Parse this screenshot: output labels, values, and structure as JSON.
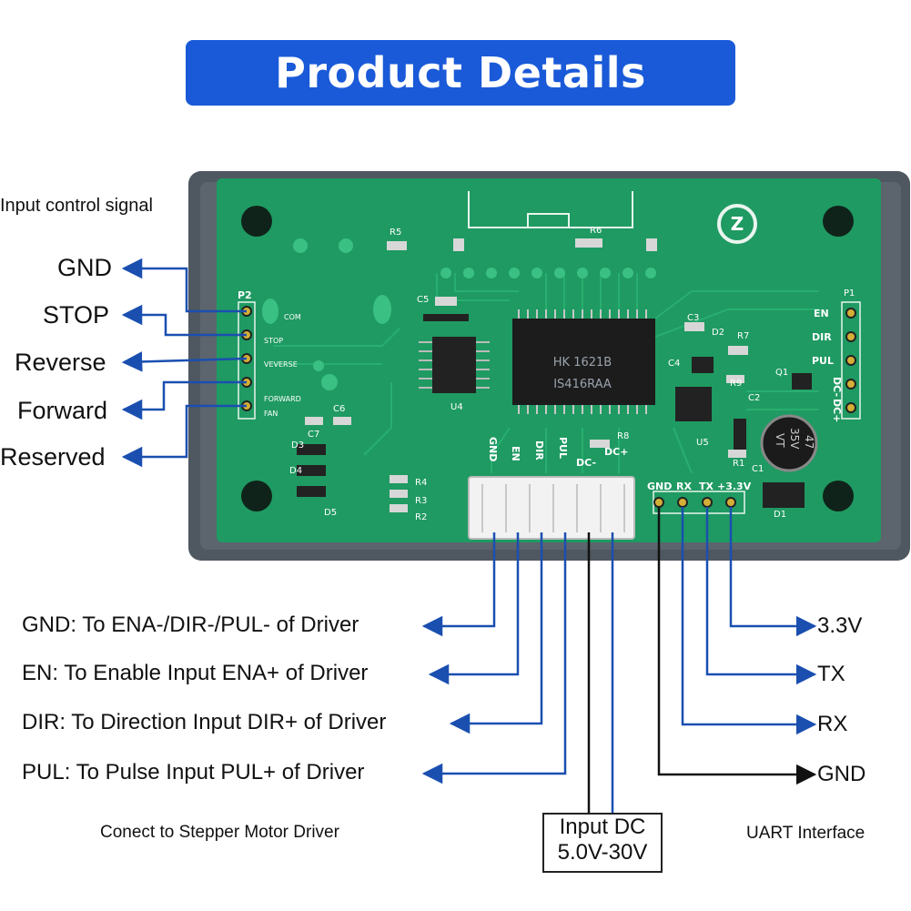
{
  "title": "Product Details",
  "left_header": "Input control signal",
  "left_pins": [
    "GND",
    "STOP",
    "Reverse",
    "Forward",
    "Reserved"
  ],
  "board": {
    "p2_label": "P2",
    "p2_pins": [
      "COM",
      "STOP",
      "VEVERSE",
      "FORWARD",
      "FAN"
    ],
    "p1_label": "P1",
    "p1_pins": [
      "EN",
      "DIR",
      "PUL",
      "DC-",
      "DC+"
    ],
    "connector_pins": [
      "GND",
      "EN",
      "DIR",
      "PUL",
      "DC-",
      "DC+"
    ],
    "uart_pins": [
      "GND",
      "RX",
      "TX",
      "+3.3V"
    ],
    "chip_line1": "HK 1621B",
    "chip_line2": "IS416RAA",
    "cap_line1": "47",
    "cap_line2": "35V",
    "cap_line3": "VT",
    "refs": [
      "R5",
      "R6",
      "C5",
      "C3",
      "D2",
      "R7",
      "C4",
      "R9",
      "Q1",
      "C2",
      "R1",
      "U5",
      "C1",
      "D1",
      "U4",
      "C7",
      "C6",
      "D3",
      "D4",
      "D5",
      "R4",
      "R3",
      "R2",
      "R8"
    ]
  },
  "driver_lines": [
    "GND: To ENA-/DIR-/PUL- of Driver",
    "EN: To Enable Input ENA+ of Driver",
    "DIR: To Direction Input DIR+ of Driver",
    "PUL: To Pulse Input PUL+ of Driver"
  ],
  "uart_lines": [
    "3.3V",
    "TX",
    "RX",
    "GND"
  ],
  "bottom_left": "Conect to Stepper Motor Driver",
  "input_dc_line1": "Input DC",
  "input_dc_line2": "5.0V-30V",
  "bottom_right": "UART Interface",
  "colors": {
    "banner": "#1a5ad8",
    "pcb": "#1f9a62",
    "case": "#4f5760",
    "arrow": "#1a4fb0"
  }
}
